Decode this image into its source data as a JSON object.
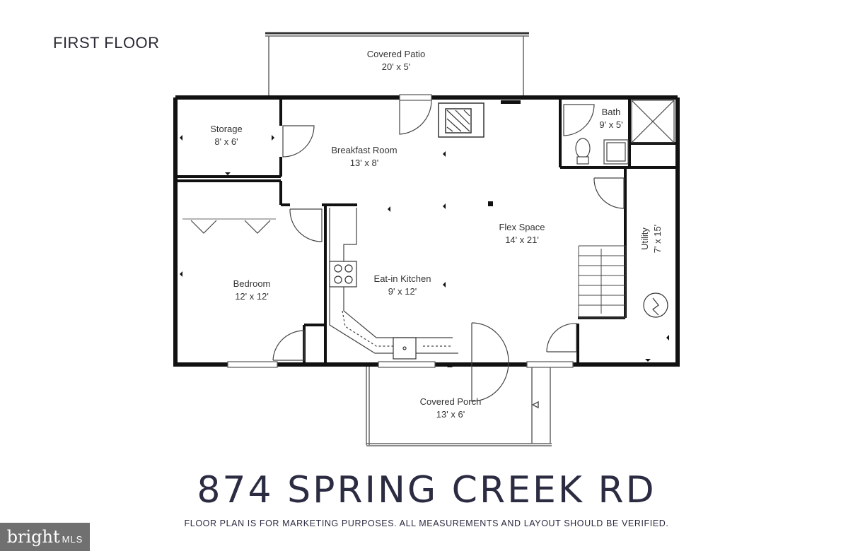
{
  "floor_label": "FIRST FLOOR",
  "rooms": [
    {
      "name": "Covered Patio",
      "size": "20' x 5'"
    },
    {
      "name": "Storage",
      "size": "8' x 6'"
    },
    {
      "name": "Breakfast Room",
      "size": "13' x 8'"
    },
    {
      "name": "Bath",
      "size": "9' x 5'"
    },
    {
      "name": "Flex Space",
      "size": "14' x 21'"
    },
    {
      "name": "Utility",
      "size": "7' x 15'"
    },
    {
      "name": "Bedroom",
      "size": "12' x 12'"
    },
    {
      "name": "Eat-in Kitchen",
      "size": "9' x 12'"
    },
    {
      "name": "Covered Porch",
      "size": "13' x 6'"
    }
  ],
  "address": "874 SPRING CREEK RD",
  "disclaimer": "FLOOR PLAN IS FOR MARKETING PURPOSES. ALL MEASUREMENTS AND LAYOUT SHOULD BE VERIFIED.",
  "watermark": {
    "brand": "bright",
    "suffix": "MLS"
  },
  "colors": {
    "wall": "#111111",
    "line": "#555555",
    "text": "#2b2b42",
    "watermark_bg": "#707070"
  }
}
